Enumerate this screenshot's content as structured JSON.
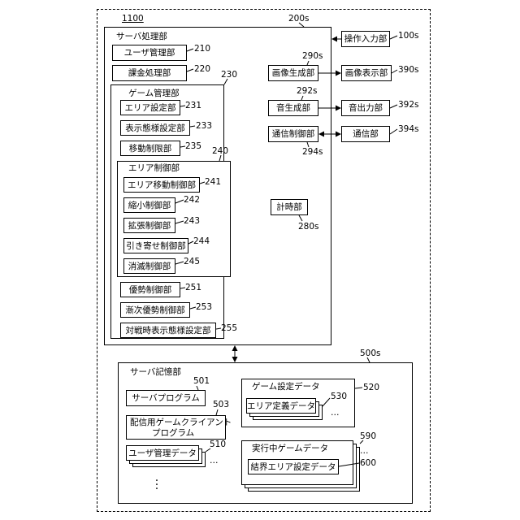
{
  "figure_id": "1100",
  "server_processing": {
    "title": "サーバ処理部",
    "ref": "200s",
    "user_mgmt": {
      "label": "ユーザ管理部",
      "ref": "210"
    },
    "billing": {
      "label": "課金処理部",
      "ref": "220"
    },
    "game_mgmt": {
      "title": "ゲーム管理部",
      "ref": "230",
      "area_setting": {
        "label": "エリア設定部",
        "ref": "231"
      },
      "display_mode": {
        "label": "表示態様設定部",
        "ref": "233"
      },
      "move_limit": {
        "label": "移動制限部",
        "ref": "235"
      },
      "area_control": {
        "title": "エリア制御部",
        "ref": "240",
        "area_move": {
          "label": "エリア移動制御部",
          "ref": "241"
        },
        "shrink": {
          "label": "縮小制御部",
          "ref": "242"
        },
        "expand": {
          "label": "拡張制御部",
          "ref": "243"
        },
        "attract": {
          "label": "引き寄せ制御部",
          "ref": "244"
        },
        "vanish": {
          "label": "消滅制御部",
          "ref": "245"
        }
      },
      "advantage": {
        "label": "優勢制御部",
        "ref": "251"
      },
      "gradual_advantage": {
        "label": "漸次優勢制御部",
        "ref": "253"
      },
      "battle_display": {
        "label": "対戦時表示態様設定部",
        "ref": "255"
      }
    },
    "image_gen": {
      "label": "画像生成部",
      "ref": "290s"
    },
    "sound_gen": {
      "label": "音生成部",
      "ref": "292s"
    },
    "comm_ctrl": {
      "label": "通信制御部",
      "ref": "294s"
    },
    "timer": {
      "label": "計時部",
      "ref": "280s"
    }
  },
  "external": {
    "op_input": {
      "label": "操作入力部",
      "ref": "100s"
    },
    "image_display": {
      "label": "画像表示部",
      "ref": "390s"
    },
    "sound_output": {
      "label": "音出力部",
      "ref": "392s"
    },
    "comm": {
      "label": "通信部",
      "ref": "394s"
    }
  },
  "server_storage": {
    "title": "サーバ記憶部",
    "ref": "500s",
    "server_program": {
      "label": "サーバプログラム",
      "ref": "501"
    },
    "client_program": {
      "label_line1": "配信用ゲームクライアント",
      "label_line2": "プログラム",
      "ref": "503"
    },
    "user_data": {
      "label": "ユーザ管理データ",
      "ref": "510"
    },
    "game_settings": {
      "title": "ゲーム設定データ",
      "ref": "520",
      "area_def": {
        "label": "エリア定義データ",
        "ref": "530"
      }
    },
    "running_game": {
      "title": "実行中ゲームデータ",
      "ref": "590",
      "boundary_area": {
        "label": "結界エリア設定データ",
        "ref": "600"
      }
    },
    "ellipsis": "..."
  }
}
